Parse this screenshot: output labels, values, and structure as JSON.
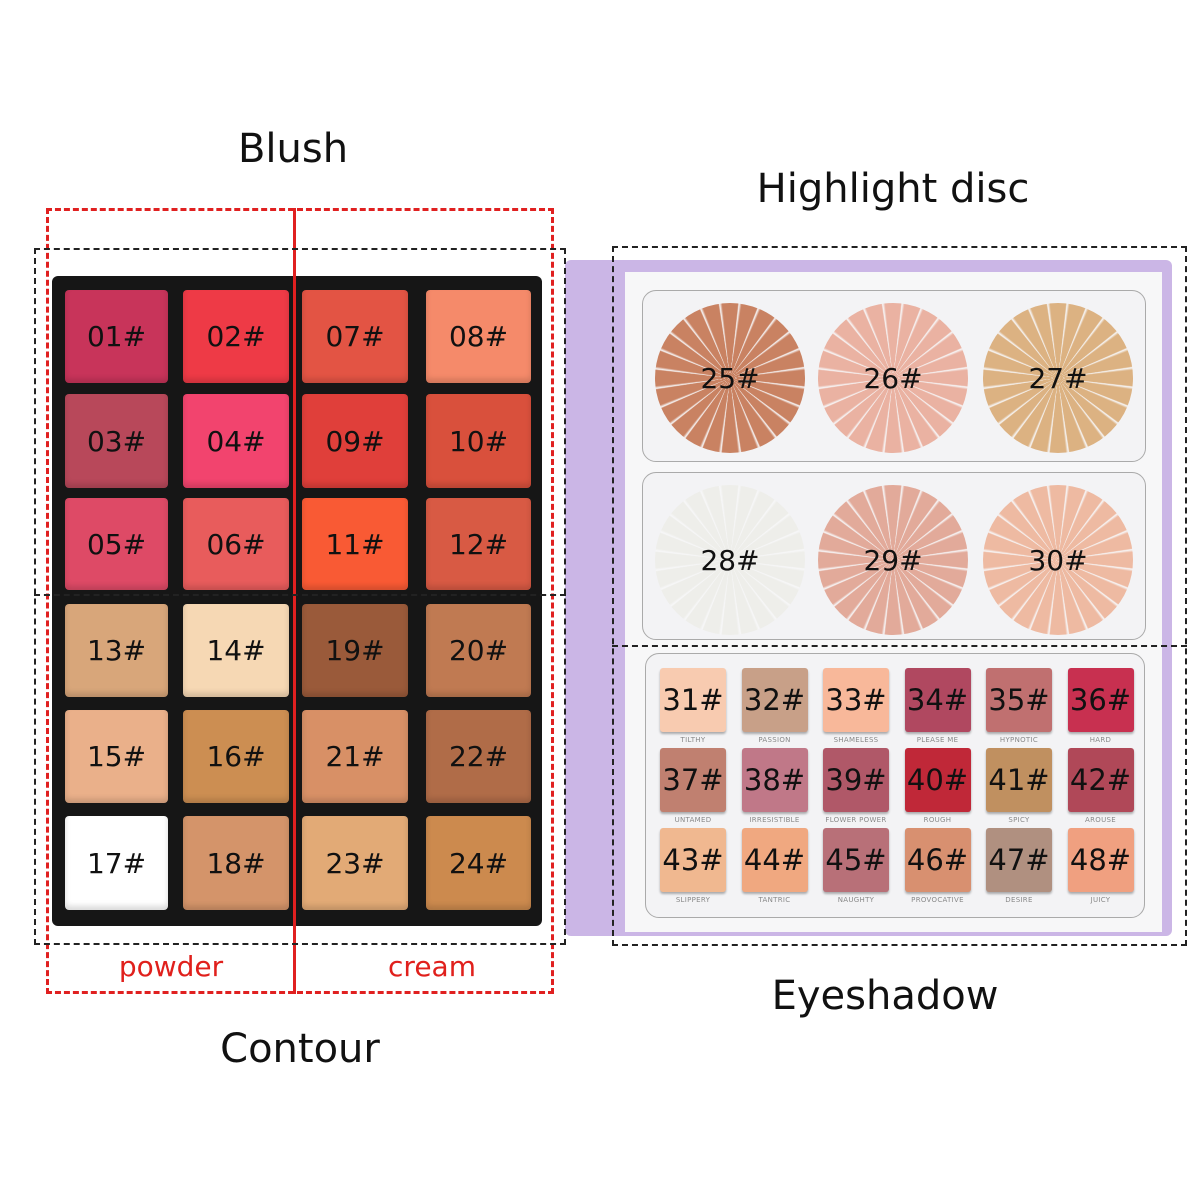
{
  "labels": {
    "blush": "Blush",
    "contour": "Contour",
    "powder": "powder",
    "cream": "cream",
    "highlight": "Highlight disc",
    "eyeshadow": "Eyeshadow"
  },
  "face_shades": [
    {
      "id": "01#",
      "color": "#c8345a"
    },
    {
      "id": "02#",
      "color": "#ee3a46"
    },
    {
      "id": "07#",
      "color": "#e35444"
    },
    {
      "id": "08#",
      "color": "#f58a6a"
    },
    {
      "id": "03#",
      "color": "#b8485a"
    },
    {
      "id": "04#",
      "color": "#f2446e"
    },
    {
      "id": "09#",
      "color": "#e03f3a"
    },
    {
      "id": "10#",
      "color": "#d9503c"
    },
    {
      "id": "05#",
      "color": "#de4a66"
    },
    {
      "id": "06#",
      "color": "#e85c5c"
    },
    {
      "id": "11#",
      "color": "#f95a34"
    },
    {
      "id": "12#",
      "color": "#d85a44"
    },
    {
      "id": "13#",
      "color": "#d8a67a"
    },
    {
      "id": "14#",
      "color": "#f6d8b4"
    },
    {
      "id": "19#",
      "color": "#9a5a3a"
    },
    {
      "id": "20#",
      "color": "#c07a52"
    },
    {
      "id": "15#",
      "color": "#eab08a"
    },
    {
      "id": "16#",
      "color": "#cc8e52"
    },
    {
      "id": "21#",
      "color": "#d89066"
    },
    {
      "id": "22#",
      "color": "#b06c48"
    },
    {
      "id": "17#",
      "color": "#ffffff"
    },
    {
      "id": "18#",
      "color": "#d4946a"
    },
    {
      "id": "23#",
      "color": "#e2aa76"
    },
    {
      "id": "24#",
      "color": "#cc8a4e"
    }
  ],
  "highlight_shades": [
    {
      "id": "25#",
      "color": "#c98262"
    },
    {
      "id": "26#",
      "color": "#eab2a2"
    },
    {
      "id": "27#",
      "color": "#dcb282"
    },
    {
      "id": "28#",
      "color": "#eeeeea"
    },
    {
      "id": "29#",
      "color": "#e2aa9a"
    },
    {
      "id": "30#",
      "color": "#eebaa2"
    }
  ],
  "eyeshadow_shades": [
    {
      "id": "31#",
      "name": "TILTHY",
      "color": "#f8cbb0"
    },
    {
      "id": "32#",
      "name": "PASSION",
      "color": "#c8a088"
    },
    {
      "id": "33#",
      "name": "SHAMELESS",
      "color": "#f8b89a"
    },
    {
      "id": "34#",
      "name": "PLEASE ME",
      "color": "#b04860"
    },
    {
      "id": "35#",
      "name": "HYPNOTIC",
      "color": "#c07070"
    },
    {
      "id": "36#",
      "name": "HARD",
      "color": "#c83050"
    },
    {
      "id": "37#",
      "name": "UNTAMED",
      "color": "#c08070"
    },
    {
      "id": "38#",
      "name": "IRRESISTIBLE",
      "color": "#c07888"
    },
    {
      "id": "39#",
      "name": "FLOWER POWER",
      "color": "#b05868"
    },
    {
      "id": "40#",
      "name": "ROUGH",
      "color": "#c02838"
    },
    {
      "id": "41#",
      "name": "SPICY",
      "color": "#c09060"
    },
    {
      "id": "42#",
      "name": "AROUSE",
      "color": "#b04858"
    },
    {
      "id": "43#",
      "name": "SLIPPERY",
      "color": "#f0b890"
    },
    {
      "id": "44#",
      "name": "TANTRIC",
      "color": "#f0a880"
    },
    {
      "id": "45#",
      "name": "NAUGHTY",
      "color": "#b87078"
    },
    {
      "id": "46#",
      "name": "PROVOCATIVE",
      "color": "#d89070"
    },
    {
      "id": "47#",
      "name": "DESIRE",
      "color": "#b09080"
    },
    {
      "id": "48#",
      "name": "JUICY",
      "color": "#f0a080"
    }
  ]
}
